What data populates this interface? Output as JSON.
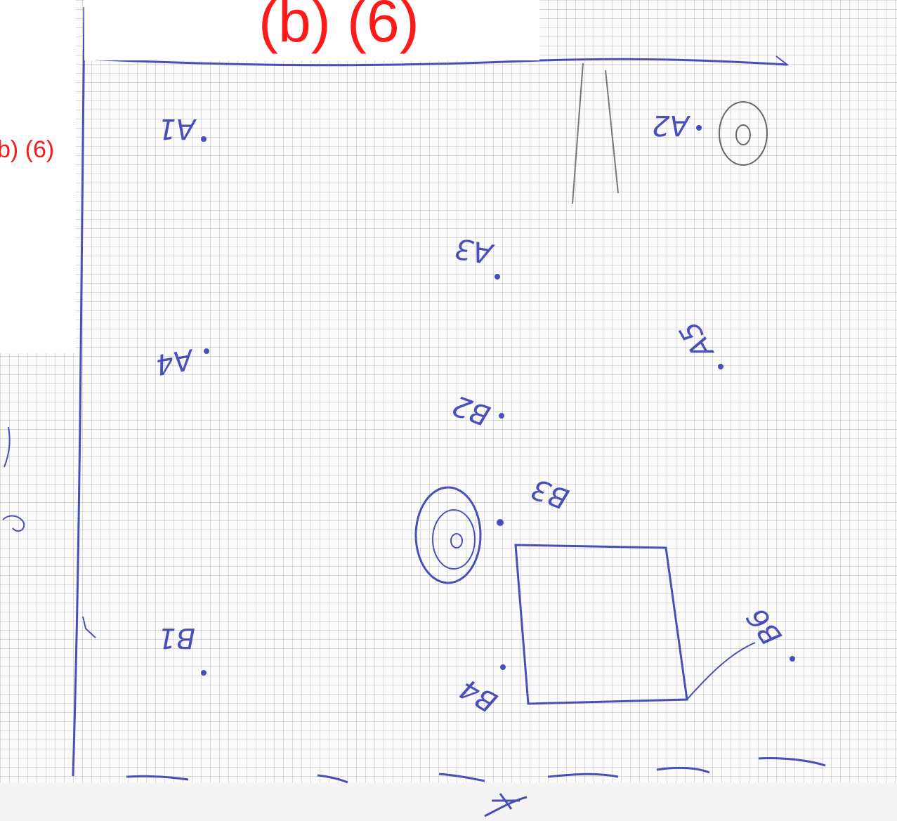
{
  "header": {
    "panel_label": "(b) (6)",
    "panel_label_small": "b) (6)"
  },
  "sketch": {
    "points": [
      {
        "id": "A1",
        "label": "A1"
      },
      {
        "id": "A2",
        "label": "A2"
      },
      {
        "id": "A3",
        "label": "A3"
      },
      {
        "id": "A4",
        "label": "A4"
      },
      {
        "id": "A5",
        "label": "A5"
      },
      {
        "id": "B1",
        "label": "B1"
      },
      {
        "id": "B2",
        "label": "B2"
      },
      {
        "id": "B3",
        "label": "B3"
      },
      {
        "id": "B4",
        "label": "B4"
      },
      {
        "id": "B6",
        "label": "B6"
      }
    ],
    "ink_color": "#4a4fb8",
    "redaction_color": "#ff1a1a"
  }
}
